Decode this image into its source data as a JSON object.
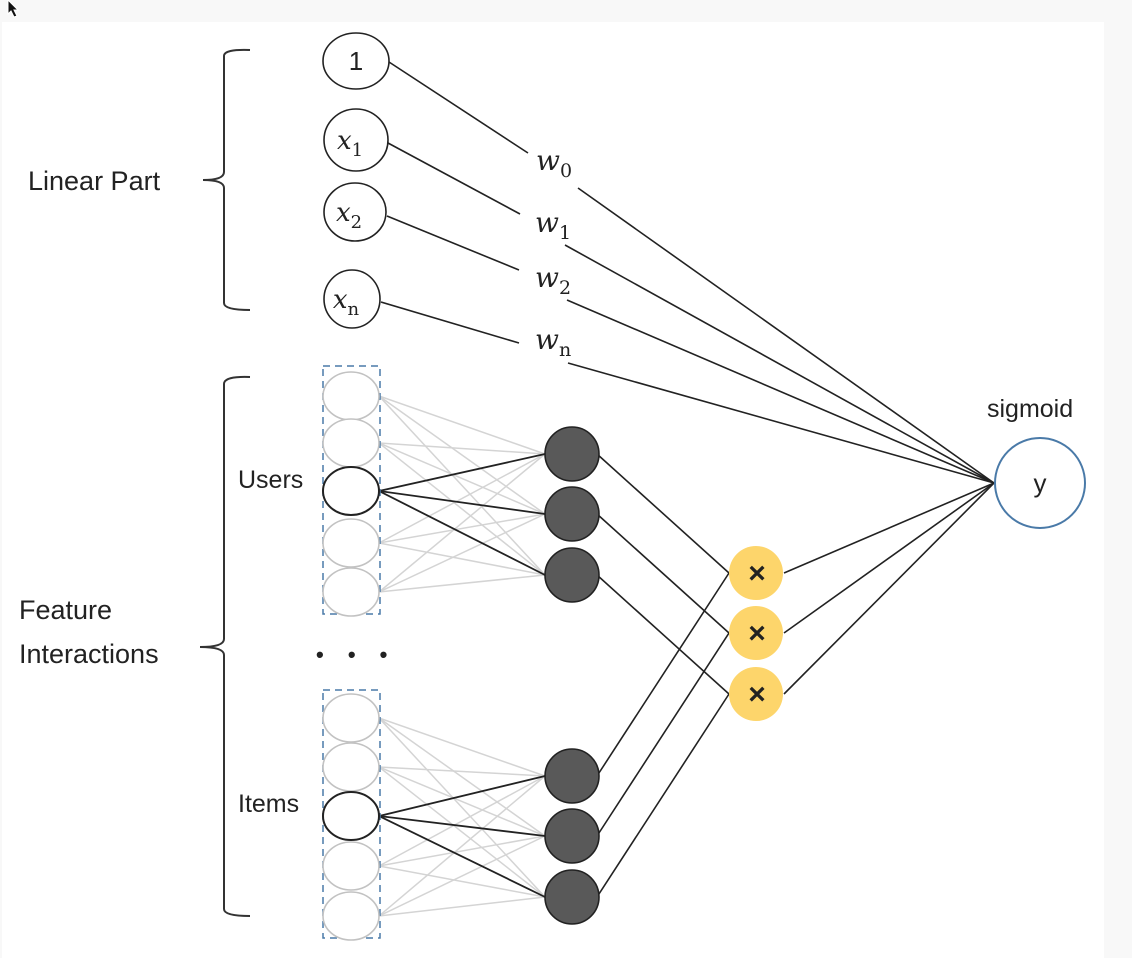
{
  "diagram": {
    "title": "Neural factorization model: linear part + feature interactions",
    "groups": {
      "linear_label": "Linear Part",
      "interaction_label_line1": "Feature",
      "interaction_label_line2": "Interactions"
    },
    "linear_inputs": [
      {
        "main": "1",
        "sub": ""
      },
      {
        "main": "x",
        "sub": "1"
      },
      {
        "main": "x",
        "sub": "2"
      },
      {
        "main": "x",
        "sub": "n"
      }
    ],
    "weights": [
      {
        "main": "w",
        "sub": "0"
      },
      {
        "main": "w",
        "sub": "1"
      },
      {
        "main": "w",
        "sub": "2"
      },
      {
        "main": "w",
        "sub": "n"
      }
    ],
    "fields": [
      {
        "label": "Users",
        "one_hot_count": 5,
        "active_index": 2,
        "embedding_size": 3
      },
      {
        "label": "Items",
        "one_hot_count": 5,
        "active_index": 2,
        "embedding_size": 3
      }
    ],
    "ellipsis": "• • •",
    "product_nodes": {
      "count": 3,
      "symbol": "×"
    },
    "output": {
      "activation_label": "sigmoid",
      "node_label": "y"
    },
    "colors": {
      "embedding_fill": "#595959",
      "product_fill": "#fdd56b",
      "output_stroke": "#4a7aa8",
      "field_box_stroke": "#4a7aa8",
      "inactive_edge": "#d4d4d4",
      "active_edge": "#222222"
    }
  }
}
